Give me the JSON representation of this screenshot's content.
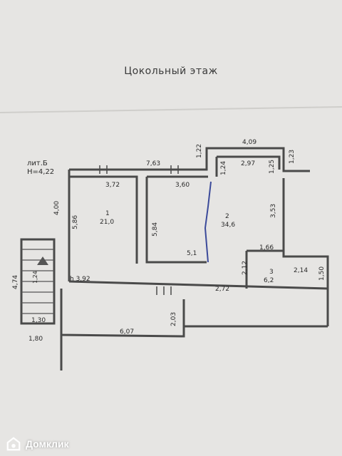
{
  "floor_title": "Цокольный этаж",
  "building_label": "лит.Б",
  "height_label": "H=4,22",
  "rooms": [
    {
      "number": "1",
      "area": "21,0"
    },
    {
      "number": "2",
      "area": "34,6"
    },
    {
      "number": "3",
      "area": "6,2"
    }
  ],
  "dims": {
    "d409": "4,09",
    "d763": "7,63",
    "d122": "1,22",
    "d124": "1,24",
    "d297": "2,97",
    "d125": "1,25",
    "d123": "1,23",
    "d372": "3,72",
    "d360": "3,60",
    "d400": "4,00",
    "d586": "5,86",
    "d584": "5,84",
    "d353": "3,53",
    "d51": "5,1",
    "d166": "1,66",
    "d212": "2,12",
    "d214": "2,14",
    "d150": "1,50",
    "d474": "4,74",
    "d124b": "1,24",
    "h392": "h 3,92",
    "d272": "2,72",
    "d130": "1,30",
    "d203": "2,03",
    "d607": "6,07",
    "d180": "1,80"
  },
  "watermark": "Домклик",
  "colors": {
    "wall": "#4a4a4a",
    "paper": "#e6e5e3",
    "accent": "#3b4a9a"
  }
}
